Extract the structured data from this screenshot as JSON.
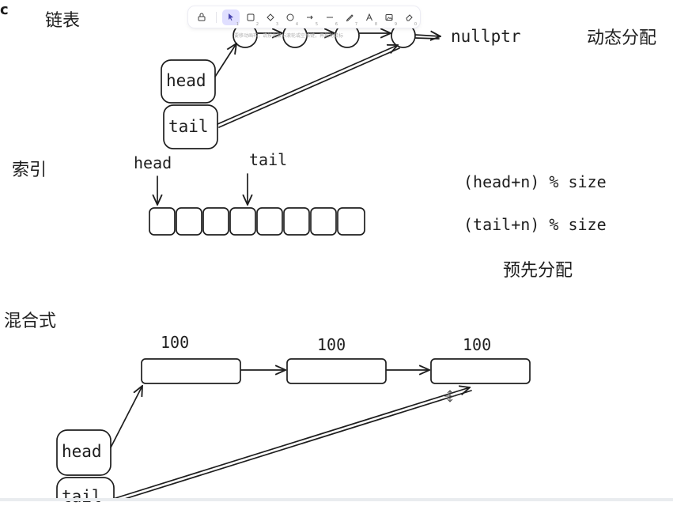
{
  "labels": {
    "corner": "c",
    "linked_list": "链表",
    "index": "索引",
    "hybrid": "混合式",
    "dynamic_alloc": "动态分配",
    "pre_alloc": "预先分配",
    "nullptr": "nullptr",
    "head": "head",
    "tail": "tail",
    "head_formula": "(head+n) % size",
    "tail_formula": "(tail+n) % size",
    "block_capacity": [
      "100",
      "100",
      "100"
    ]
  },
  "toolbar": {
    "hint": "要移动画布，请按住鼠标滚轮或空格键，再拖动鼠标",
    "tools": [
      {
        "icon": "lock-icon",
        "key": ""
      },
      {
        "icon": "selection-icon",
        "key": "1",
        "active": true
      },
      {
        "icon": "rectangle-icon",
        "key": "2"
      },
      {
        "icon": "diamond-icon",
        "key": "3"
      },
      {
        "icon": "ellipse-icon",
        "key": "4"
      },
      {
        "icon": "arrow-icon",
        "key": "5"
      },
      {
        "icon": "line-icon",
        "key": "6"
      },
      {
        "icon": "pencil-icon",
        "key": "7"
      },
      {
        "icon": "text-icon",
        "key": "8"
      },
      {
        "icon": "image-icon",
        "key": "9"
      },
      {
        "icon": "eraser-icon",
        "key": "0"
      }
    ]
  }
}
